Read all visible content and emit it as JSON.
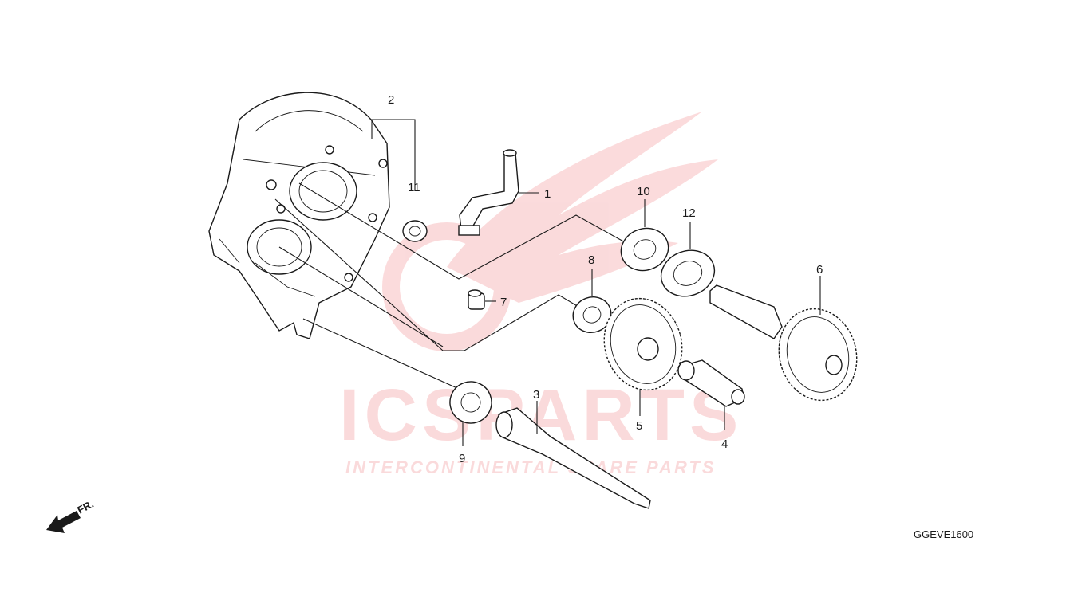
{
  "diagram": {
    "code": "GGEVE1600",
    "direction_label": "FR.",
    "callouts": {
      "p1": "1",
      "p2": "2",
      "p3": "3",
      "p4": "4",
      "p5": "5",
      "p6": "6",
      "p7": "7",
      "p8": "8",
      "p9": "9",
      "p10": "10",
      "p11": "11",
      "p12": "12"
    }
  },
  "watermark": {
    "brand": "ICSPARTS",
    "tagline": "INTERCONTINENTAL SPARE PARTS",
    "color_primary": "#e8363c",
    "color_secondary": "#9a9a9a"
  },
  "colors": {
    "ink": "#1a1a1a",
    "background": "#ffffff"
  }
}
